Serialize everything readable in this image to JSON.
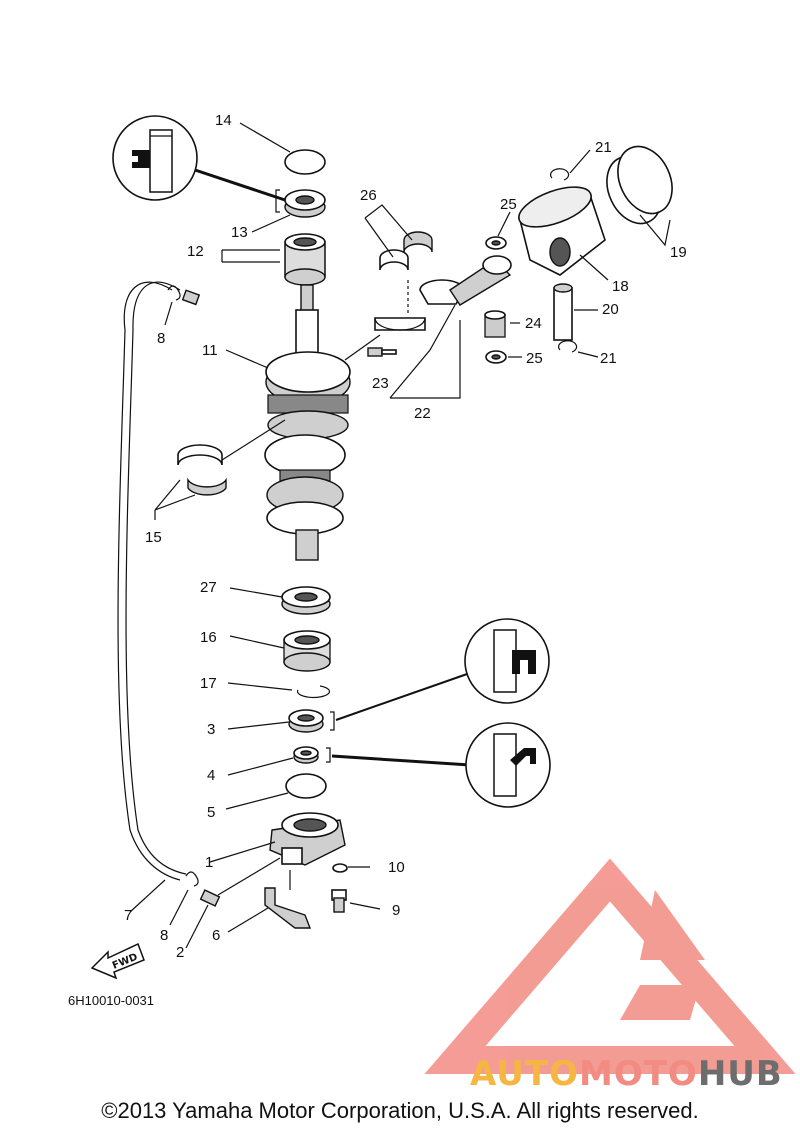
{
  "diagram_code": "6H10010-0031",
  "fwd_label": "FWD",
  "copyright": "©2013 Yamaha Motor Corporation, U.S.A. All rights reserved.",
  "watermark": {
    "part1": "AUTO",
    "part2": "MOTO",
    "part3": "HUB",
    "colors": {
      "auto": "#f5b642",
      "moto": "#f28b82",
      "hub": "#6d6d6d",
      "logo": "#f28b82"
    }
  },
  "callouts": {
    "c1": "1",
    "c2": "2",
    "c3": "3",
    "c4": "4",
    "c5": "5",
    "c6": "6",
    "c7": "7",
    "c8a": "8",
    "c8b": "8",
    "c9": "9",
    "c10": "10",
    "c11": "11",
    "c12": "12",
    "c13": "13",
    "c14": "14",
    "c15": "15",
    "c16": "16",
    "c17": "17",
    "c18": "18",
    "c19": "19",
    "c20": "20",
    "c21a": "21",
    "c21b": "21",
    "c22": "22",
    "c23": "23",
    "c24": "24",
    "c25a": "25",
    "c25b": "25",
    "c26": "26",
    "c27": "27"
  },
  "icons": [
    "grease-seal-icon",
    "grease-seal-icon",
    "grease-seal-icon"
  ]
}
